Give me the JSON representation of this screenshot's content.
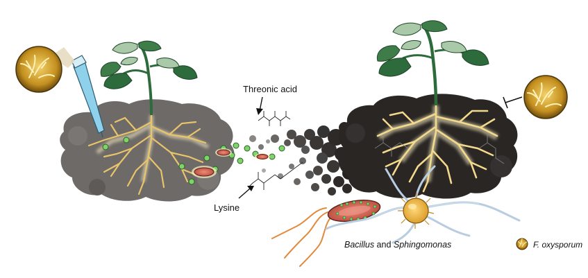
{
  "labels": {
    "threonic_acid": "Threonic acid",
    "lysine": "Lysine",
    "bacteria_genus_1": "Bacillus",
    "bacteria_connector": " and ",
    "bacteria_genus_2": "Sphingomonas",
    "legend_pathogen": "F. oxysporum"
  },
  "colors": {
    "soil_left": "#6e6a68",
    "soil_right": "#2a2624",
    "root": "#f2d98c",
    "root_glow": "#fff4c6",
    "leaf": "#2e6b3c",
    "leaf_light": "#a9c9a8",
    "microbe_marker": "#7ed36a",
    "pathogen_gold": "#c79a23",
    "bacillus_body": "#d46a5a",
    "bacillus_flagella": "#e3893a",
    "sphingomonas_body": "#f0b84a",
    "sphingomonas_hyphae": "#b8cde0",
    "syringe": "#8fd0ea"
  },
  "icons": [
    "pipette-icon",
    "fungus-pathogen-icon",
    "inhibition-icon",
    "legend-fungus-icon",
    "arrow-icon"
  ]
}
